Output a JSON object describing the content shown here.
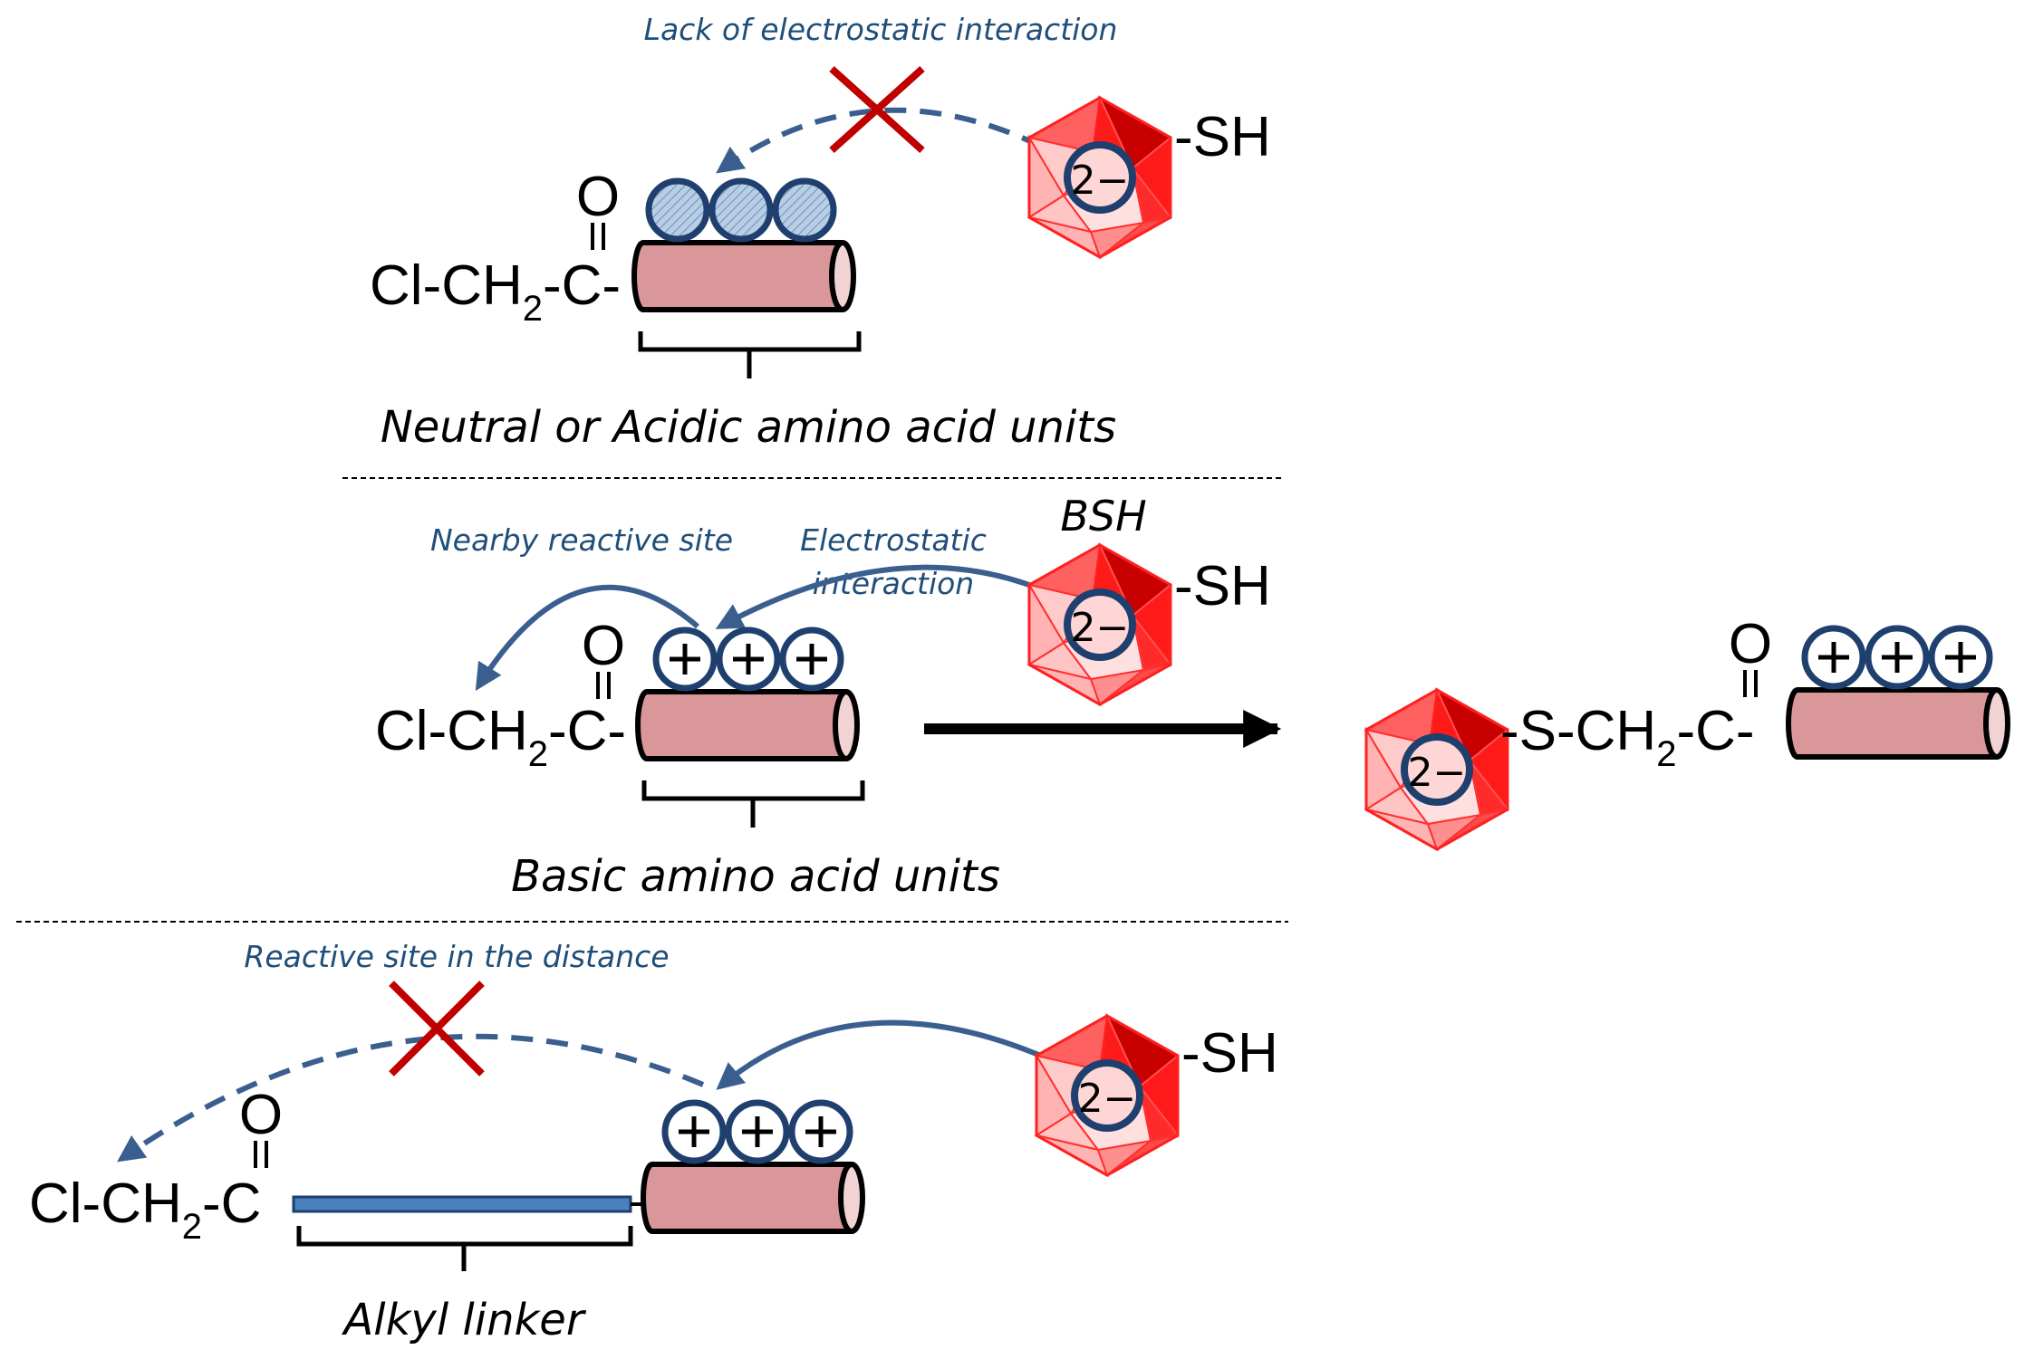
{
  "colors": {
    "arrow_blue": "#3a5f8f",
    "note_blue": "#1f4e79",
    "cross_red": "#c00000",
    "cylinder": "#d9979a",
    "cluster_red": "#ff2b2b",
    "neutral_ball": "#b8cde6"
  },
  "reagent": {
    "chloroacetyl": [
      "Cl-CH",
      "2",
      "-C-"
    ],
    "carbonyl_o": "O",
    "sh": "-SH",
    "charge": "2−",
    "plus": "+",
    "bsh_label": "BSH"
  },
  "panel_top": {
    "note": "Lack of electrostatic interaction",
    "caption": "Neutral or Acidic amino acid units"
  },
  "panel_middle": {
    "note_left": "Nearby reactive site",
    "note_right_line1": "Electrostatic",
    "note_right_line2": "interaction",
    "caption": "Basic amino acid units",
    "product_linkage": [
      "-S-CH",
      "2",
      "-C-"
    ]
  },
  "panel_bottom": {
    "note": "Reactive site in the distance",
    "caption": "Alkyl linker"
  }
}
